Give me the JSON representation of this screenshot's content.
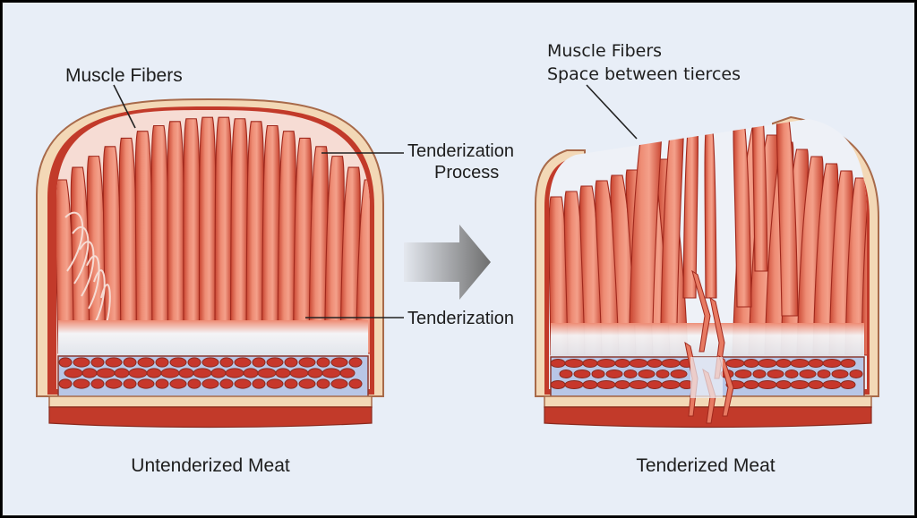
{
  "colors": {
    "background": "#e8eef7",
    "skin": "#f3d8b6",
    "skin_outline": "#a86a4a",
    "muscle_light": "#ee8c74",
    "muscle_dark": "#c8432f",
    "muscle_border": "#a0281c",
    "connective_white": "#f4f4f6",
    "fat_blue": "#b8c6e6",
    "fat_red": "#c7372b",
    "bottom_band": "#c23a2a",
    "arrow": "#6e6e6e"
  },
  "icons": {
    "arrow": "right-arrow-icon"
  },
  "labels": {
    "left_muscle_fibers": "Muscle Fibers",
    "tenderization_process_line1": "Tenderization",
    "tenderization_process_line2": "Process",
    "tenderization": "Tenderization",
    "right_muscle_fibers": "Muscle Fibers",
    "space_between": "Space between tierces",
    "left_caption": "Untenderized Meat",
    "right_caption": "Tenderized Meat"
  }
}
